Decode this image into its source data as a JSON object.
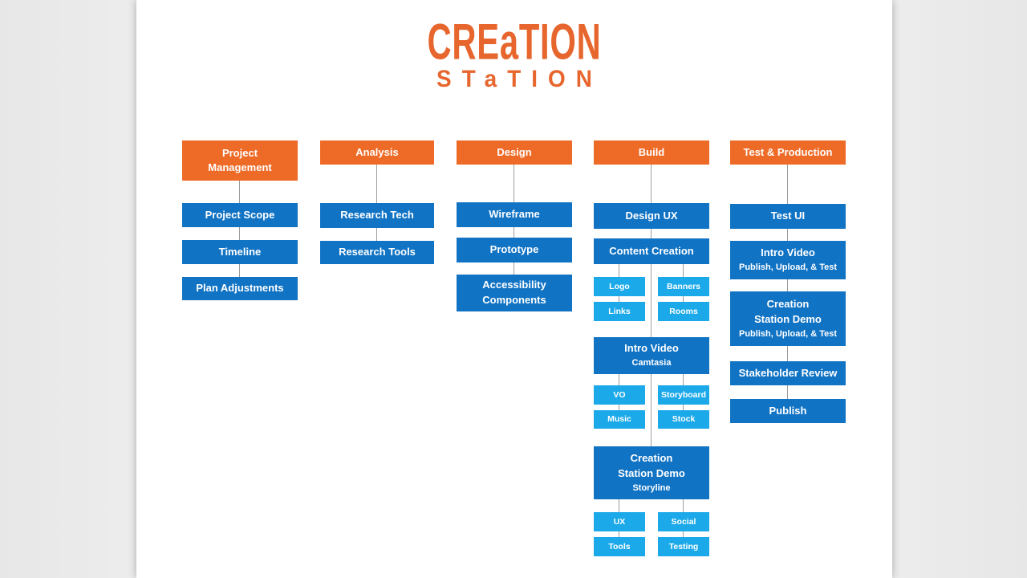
{
  "canvas": {
    "background": "#e9e9e9",
    "page_color": "#ffffff"
  },
  "logo": {
    "line1": "CREaTION",
    "line2": "STaTION",
    "color": "#e7662d"
  },
  "palette": {
    "header_orange": "#ee6b27",
    "primary_blue": "#1173c4",
    "light_blue": "#1ca9e9",
    "connector_gray": "#9d9d9d",
    "label_white": "#ffffff"
  },
  "columns": [
    {
      "header": "Project Management",
      "nodes": [
        {
          "label": "Project Scope"
        },
        {
          "label": "Timeline"
        },
        {
          "label": "Plan Adjustments"
        }
      ]
    },
    {
      "header": "Analysis",
      "nodes": [
        {
          "label": "Research Tech"
        },
        {
          "label": "Research Tools"
        }
      ]
    },
    {
      "header": "Design",
      "nodes": [
        {
          "label": "Wireframe"
        },
        {
          "label": "Prototype"
        },
        {
          "label": "Accessibility Components"
        }
      ]
    },
    {
      "header": "Build",
      "nodes": [
        {
          "label": "Design UX"
        },
        {
          "label": "Content Creation"
        },
        {
          "label": "Logo"
        },
        {
          "label": "Banners"
        },
        {
          "label": "Links"
        },
        {
          "label": "Rooms"
        },
        {
          "label": "Intro Video",
          "sublabel": "Camtasia"
        },
        {
          "label": "VO"
        },
        {
          "label": "Storyboard"
        },
        {
          "label": "Music"
        },
        {
          "label": "Stock"
        },
        {
          "label": "Creation Station Demo",
          "sublabel": "Storyline"
        },
        {
          "label": "UX"
        },
        {
          "label": "Social"
        },
        {
          "label": "Tools"
        },
        {
          "label": "Testing"
        }
      ]
    },
    {
      "header": "Test & Production",
      "nodes": [
        {
          "label": "Test UI"
        },
        {
          "label": "Intro Video",
          "sublabel": "Publish, Upload, & Test"
        },
        {
          "label": "Creation Station Demo",
          "sublabel": "Publish, Upload, & Test"
        },
        {
          "label": "Stakeholder Review"
        },
        {
          "label": "Publish"
        }
      ]
    }
  ]
}
